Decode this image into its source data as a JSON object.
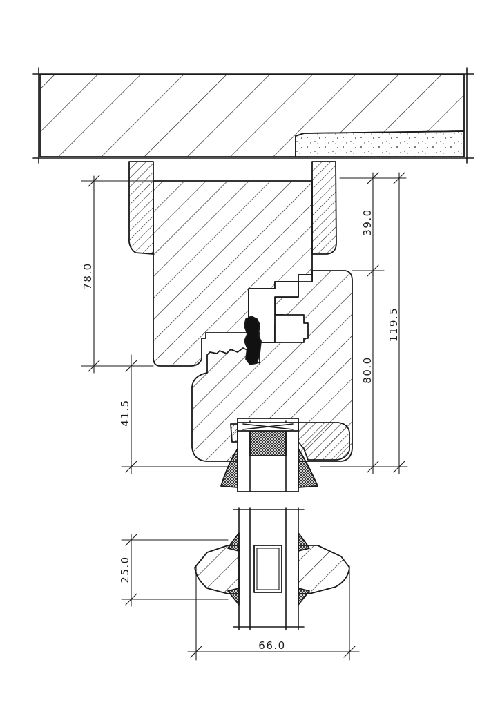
{
  "diagram": {
    "dimensions": {
      "d_78": "78.0",
      "d_41_5": "41.5",
      "d_39": "39.0",
      "d_80": "80.0",
      "d_119_5": "119.5",
      "d_25": "25.0",
      "d_66": "66.0"
    }
  }
}
